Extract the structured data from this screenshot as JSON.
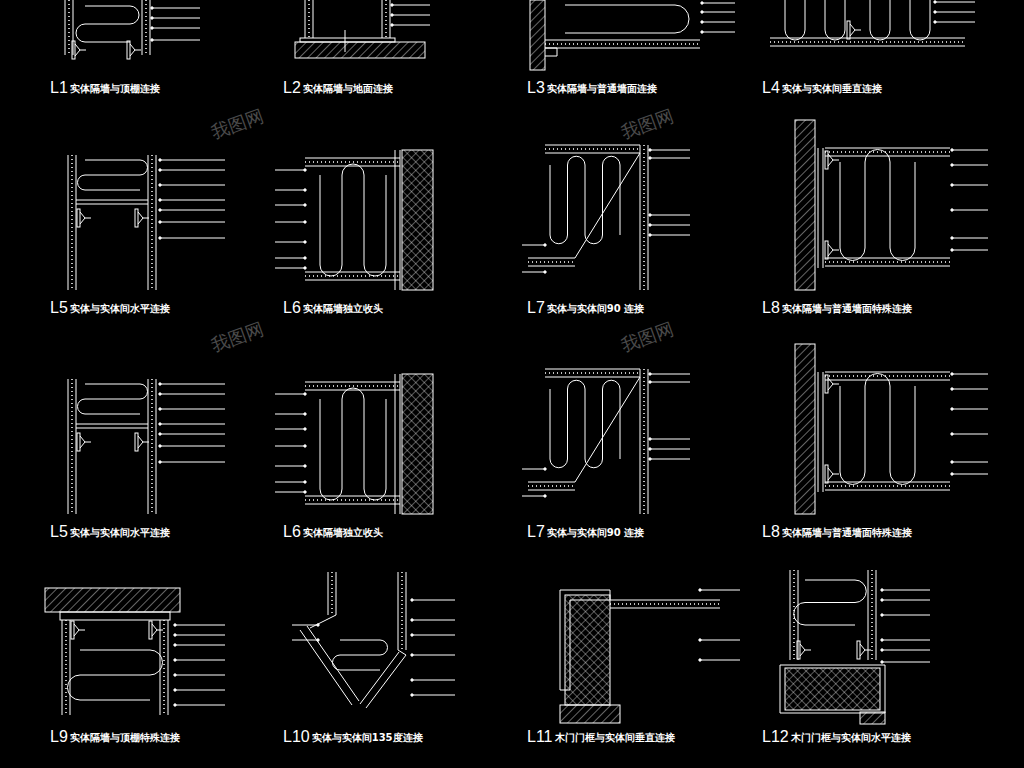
{
  "diagram": {
    "labels": [
      "L1",
      "实体隔墙与顶棚连接",
      "L2",
      "实体隔墙与地面连接",
      "L3",
      "实体隔墙与普通墙面连接",
      "L4",
      "实体与实体间垂直连接",
      "L5",
      "实体与实体间水平连接",
      "L6",
      "实体隔墙独立收头",
      "L7",
      "实体与实体间90 连接",
      "L8",
      "实体隔墙与普通墙面特殊连接",
      "L5",
      "实体与实体间水平连接",
      "L6",
      "实体隔墙独立收头",
      "L7",
      "实体与实体间90 连接",
      "L8",
      "实体隔墙与普通墙面特殊连接",
      "L9",
      "实体隔墙与顶棚特殊连接",
      "L10",
      "实体与实体间135度连接",
      "L11",
      "木门门框与实体间垂直连接",
      "L12",
      "木门门框与实体间水平连接",
      "我图网",
      "我图网",
      "我图网",
      "我图网"
    ]
  }
}
